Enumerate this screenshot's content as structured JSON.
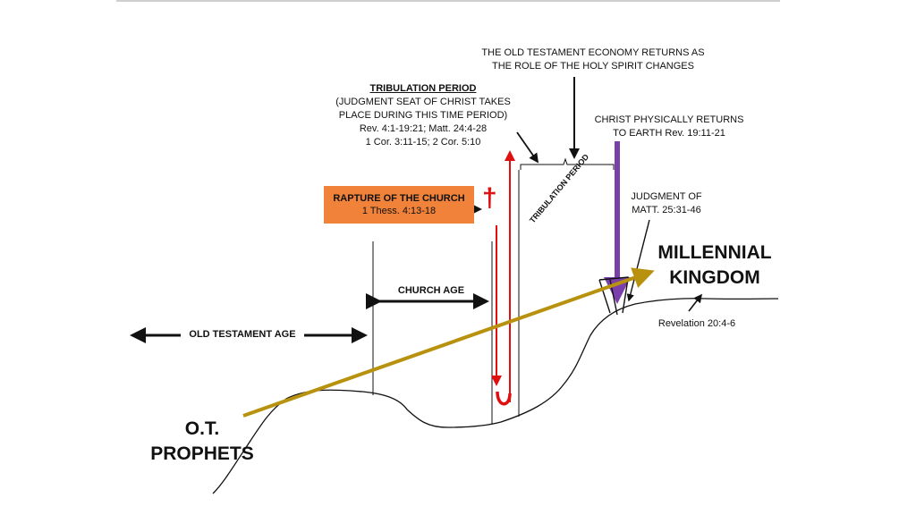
{
  "labels": {
    "ot_economy_line1": "THE OLD TESTAMENT ECONOMY RETURNS AS",
    "ot_economy_line2": "THE ROLE OF THE HOLY SPIRIT CHANGES",
    "trib_title": "TRIBULATION PERIOD",
    "trib_line1": "(JUDGMENT SEAT OF CHRIST TAKES",
    "trib_line2": "PLACE DURING THIS TIME PERIOD)",
    "trib_line3": "Rev. 4:1-19:21; Matt. 24:4-28",
    "trib_line4": "1 Cor. 3:11-15; 2 Cor. 5:10",
    "christ_returns_line1": "CHRIST PHYSICALLY RETURNS",
    "christ_returns_line2": "TO EARTH Rev. 19:11-21",
    "rapture_title": "RAPTURE OF THE CHURCH",
    "rapture_ref": "1 Thess. 4:13-18",
    "tribulation_rotated": "TRIBULATION PERIOD",
    "judgment_line1": "JUDGMENT OF",
    "judgment_line2": "MATT. 25:31-46",
    "millennial_line1": "MILLENNIAL",
    "millennial_line2": "KINGDOM",
    "revelation": "Revelation 20:4-6",
    "church_age": "CHURCH AGE",
    "old_testament_age": "OLD TESTAMENT AGE",
    "ot_prophets_line1": "O.T.",
    "ot_prophets_line2": "PROPHETS",
    "cross": "†"
  },
  "colors": {
    "prophecy_arrow": "#b8920e",
    "rapture_red": "#e01010",
    "christ_purple": "#7a3fa8",
    "rapture_box": "#f0823a",
    "ink": "#111111"
  }
}
